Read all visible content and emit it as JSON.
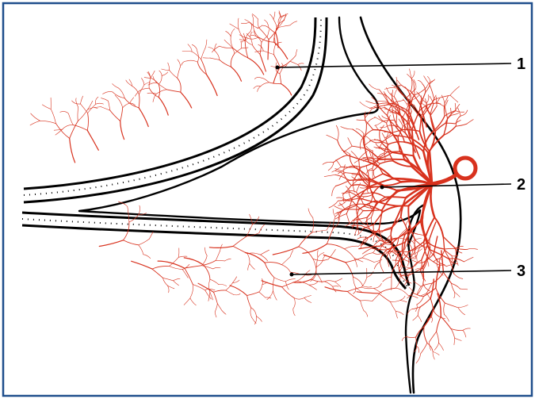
{
  "frame_color": "#1f4e8c",
  "vessel_color": "#d8321e",
  "outline_color": "#000000",
  "labels": [
    {
      "id": "label-1",
      "text": "1"
    },
    {
      "id": "label-2",
      "text": "2"
    },
    {
      "id": "label-3",
      "text": "3"
    }
  ]
}
